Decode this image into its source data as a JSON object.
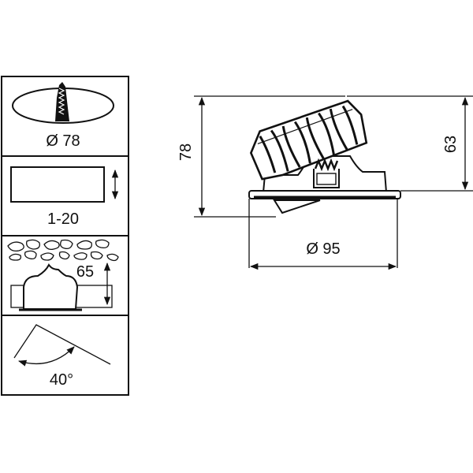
{
  "panels": {
    "cutout": {
      "label": "Ø 78"
    },
    "ceiling_thickness": {
      "label": "1-20"
    },
    "recess_depth": {
      "label": "65"
    },
    "tilt": {
      "label": "40°"
    }
  },
  "drawing": {
    "height_total": "78",
    "height_above_ceiling": "63",
    "diameter": "Ø 95"
  },
  "colors": {
    "line": "#111111",
    "background": "#ffffff"
  }
}
